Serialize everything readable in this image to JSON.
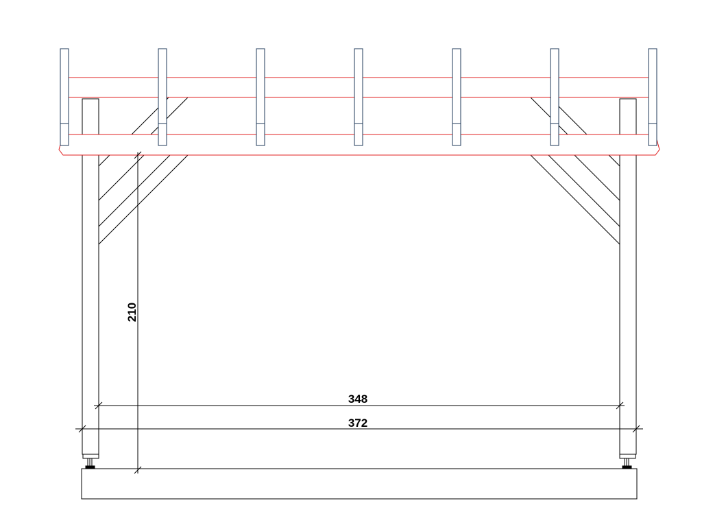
{
  "drawing": {
    "type": "carport-front-elevation",
    "dimensions": {
      "height_label": "210",
      "inner_width_label": "348",
      "outer_width_label": "372"
    },
    "rafter_count": 7,
    "colors": {
      "outline": "#000000",
      "rafter_stroke": "#1f3a5a",
      "batten_stroke": "#e02020",
      "fill": "#ffffff"
    }
  }
}
